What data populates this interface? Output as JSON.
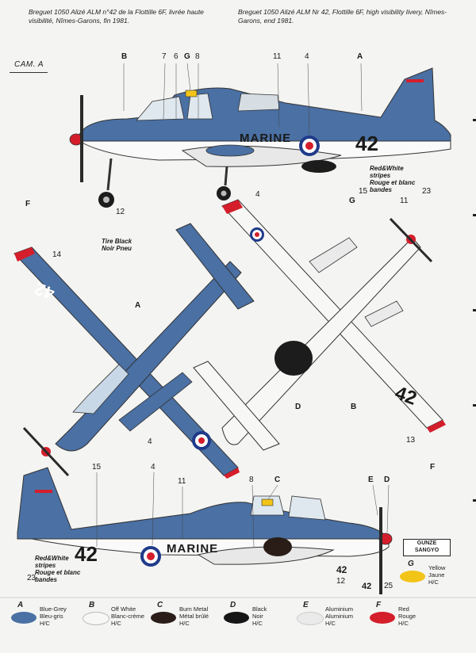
{
  "captions": {
    "fr": "Breguet 1050 Alizé ALM n°42 de la Flottille 6F, livrée haute visibilité, Nîmes-Garons, fin 1981.",
    "en": "Breguet 1050 Alizé ALM Nr 42, Flottille 6F, high visibility livery, Nîmes-Garons, end 1981."
  },
  "camo_label": "CAM. A",
  "markings": {
    "marine": "MARINE",
    "code": "42",
    "code_rev": "42"
  },
  "notes": {
    "stripes_top": "Red&White\nstripes\nRouge et blanc\nbandes",
    "stripes_bottom": "Red&White\nstripes\nRouge et blanc\nbandes",
    "tire": "Tire Black\nNoir Pneu"
  },
  "callouts": {
    "top": {
      "b": "B",
      "n7": "7",
      "n6": "6",
      "g": "G",
      "n8": "8",
      "n11": "11",
      "n4": "4",
      "a": "A",
      "n12": "12",
      "n15": "15",
      "g2": "G",
      "n23": "23"
    },
    "mid": {
      "f": "F",
      "n14": "14",
      "a": "A",
      "n4": "4",
      "n4b": "4",
      "n11": "11",
      "d": "D",
      "b": "B",
      "n13": "13",
      "f2": "F"
    },
    "bottom": {
      "n15": "15",
      "n4": "4",
      "n11": "11",
      "n8": "8",
      "c": "C",
      "e": "E",
      "d": "D",
      "n23": "23",
      "n12": "12",
      "n25": "25",
      "n42": "42"
    }
  },
  "logo": {
    "line1": "GUNZE",
    "line2": "SANGYO"
  },
  "legend": [
    {
      "key": "A",
      "line1": "Blue-Grey",
      "line2": "Bleu-gris",
      "line3": "H/C",
      "color": "#4a70a4"
    },
    {
      "key": "B",
      "line1": "Off White",
      "line2": "Blanc-crème",
      "line3": "H/C",
      "color": "#f7f7f5"
    },
    {
      "key": "C",
      "line1": "Burn Metal",
      "line2": "Métal brûlé",
      "line3": "H/C",
      "color": "#2a1d18"
    },
    {
      "key": "D",
      "line1": "Black",
      "line2": "Noir",
      "line3": "H/C",
      "color": "#161616"
    },
    {
      "key": "E",
      "line1": "Aluminium",
      "line2": "Aluminium",
      "line3": "H/C",
      "color": "#eaeaea"
    },
    {
      "key": "F",
      "line1": "Red",
      "line2": "Rouge",
      "line3": "H/C",
      "color": "#d41e2b"
    },
    {
      "key": "G",
      "line1": "Yellow",
      "line2": "Jaune",
      "line3": "H/C",
      "color": "#f2c418"
    }
  ]
}
